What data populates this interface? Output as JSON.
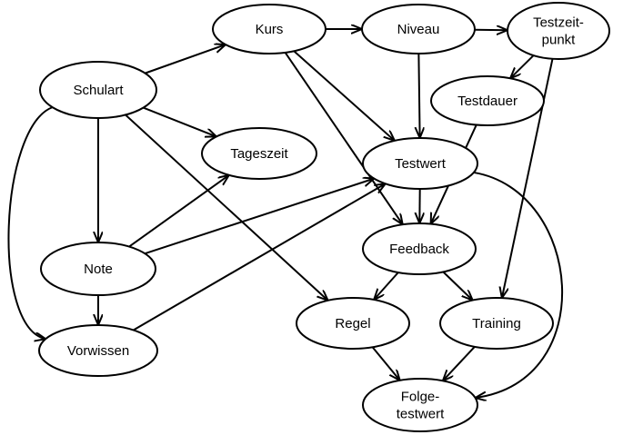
{
  "diagram": {
    "nodes": [
      {
        "id": "kurs",
        "lines": [
          "Kurs"
        ]
      },
      {
        "id": "niveau",
        "lines": [
          "Niveau"
        ]
      },
      {
        "id": "testzeitpunkt",
        "lines": [
          "Testzeit-",
          "punkt"
        ]
      },
      {
        "id": "schulart",
        "lines": [
          "Schulart"
        ]
      },
      {
        "id": "testdauer",
        "lines": [
          "Testdauer"
        ]
      },
      {
        "id": "tageszeit",
        "lines": [
          "Tageszeit"
        ]
      },
      {
        "id": "testwert",
        "lines": [
          "Testwert"
        ]
      },
      {
        "id": "feedback",
        "lines": [
          "Feedback"
        ]
      },
      {
        "id": "note",
        "lines": [
          "Note"
        ]
      },
      {
        "id": "regel",
        "lines": [
          "Regel"
        ]
      },
      {
        "id": "training",
        "lines": [
          "Training"
        ]
      },
      {
        "id": "vorwissen",
        "lines": [
          "Vorwissen"
        ]
      },
      {
        "id": "folgetestwert",
        "lines": [
          "Folge-",
          "testwert"
        ]
      }
    ],
    "edges": [
      {
        "from": "kurs",
        "to": "niveau"
      },
      {
        "from": "niveau",
        "to": "testzeitpunkt"
      },
      {
        "from": "schulart",
        "to": "kurs"
      },
      {
        "from": "testzeitpunkt",
        "to": "testdauer"
      },
      {
        "from": "schulart",
        "to": "tageszeit"
      },
      {
        "from": "schulart",
        "to": "note"
      },
      {
        "from": "schulart",
        "to": "regel"
      },
      {
        "from": "schulart",
        "to": "vorwissen"
      },
      {
        "from": "kurs",
        "to": "testwert"
      },
      {
        "from": "kurs",
        "to": "feedback"
      },
      {
        "from": "niveau",
        "to": "testwert"
      },
      {
        "from": "testzeitpunkt",
        "to": "training"
      },
      {
        "from": "testdauer",
        "to": "feedback"
      },
      {
        "from": "note",
        "to": "tageszeit"
      },
      {
        "from": "note",
        "to": "testwert"
      },
      {
        "from": "note",
        "to": "vorwissen"
      },
      {
        "from": "vorwissen",
        "to": "testwert"
      },
      {
        "from": "testwert",
        "to": "feedback"
      },
      {
        "from": "testwert",
        "to": "folgetestwert"
      },
      {
        "from": "feedback",
        "to": "regel"
      },
      {
        "from": "feedback",
        "to": "training"
      },
      {
        "from": "regel",
        "to": "folgetestwert"
      },
      {
        "from": "training",
        "to": "folgetestwert"
      }
    ]
  }
}
